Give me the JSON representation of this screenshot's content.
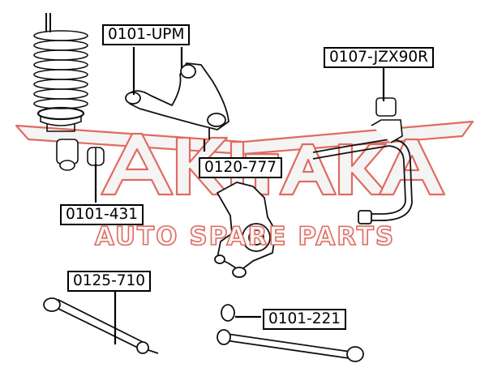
{
  "diagram": {
    "watermark": {
      "logo_text": "AKITAKA",
      "tagline": "AUTO SPARE PARTS",
      "colors": {
        "stroke": "#e06b61",
        "fill": "#f6f6f6"
      }
    },
    "labels": [
      {
        "id": "upper-arm",
        "text": "0101-UPM"
      },
      {
        "id": "stabilizer-bushing",
        "text": "0107-JZX90R"
      },
      {
        "id": "ball-joint",
        "text": "0120-777"
      },
      {
        "id": "arm-bushing-left",
        "text": "0101-431"
      },
      {
        "id": "lateral-rod",
        "text": "0125-710"
      },
      {
        "id": "arm-bushing-bottom",
        "text": "0101-221"
      }
    ]
  }
}
